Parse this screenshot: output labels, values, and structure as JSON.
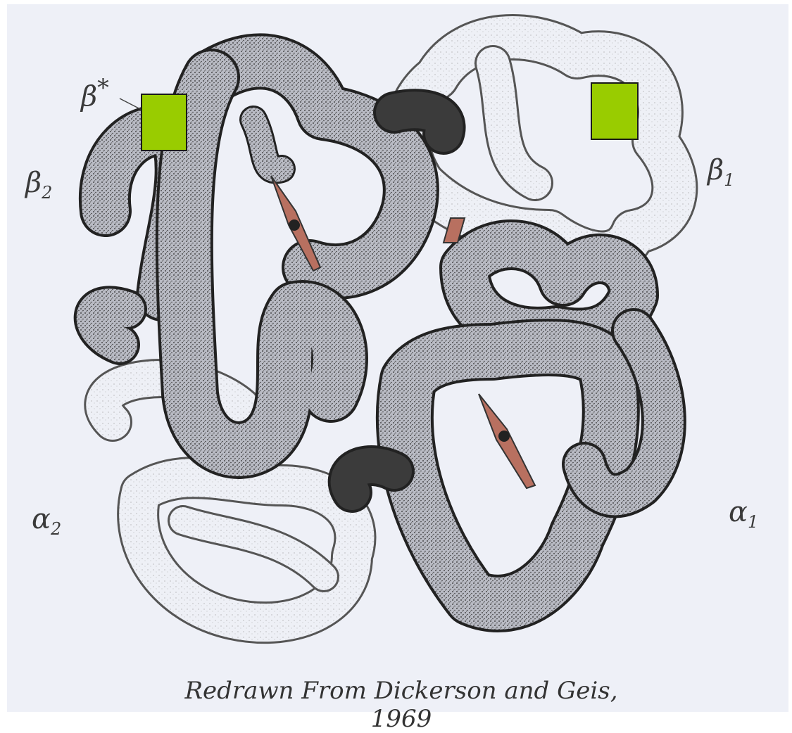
{
  "labels": {
    "beta_star": {
      "symbol": "β",
      "sup": "*"
    },
    "beta_2": {
      "symbol": "β",
      "sub": "2"
    },
    "beta_1": {
      "symbol": "β",
      "sub": "1"
    },
    "alpha_2": {
      "symbol": "α",
      "sub": "2"
    },
    "alpha_1": {
      "symbol": "α",
      "sub": "1"
    }
  },
  "caption": "Redrawn From Dickerson and Geis, 1969",
  "colors": {
    "marker_fill": "#99cc00",
    "heme": "#b87060",
    "tube_dark": "#8a8c94",
    "tube_light": "#f4f4f8",
    "background": "#eef0f7"
  },
  "markers": [
    "left-marker",
    "right-marker"
  ]
}
